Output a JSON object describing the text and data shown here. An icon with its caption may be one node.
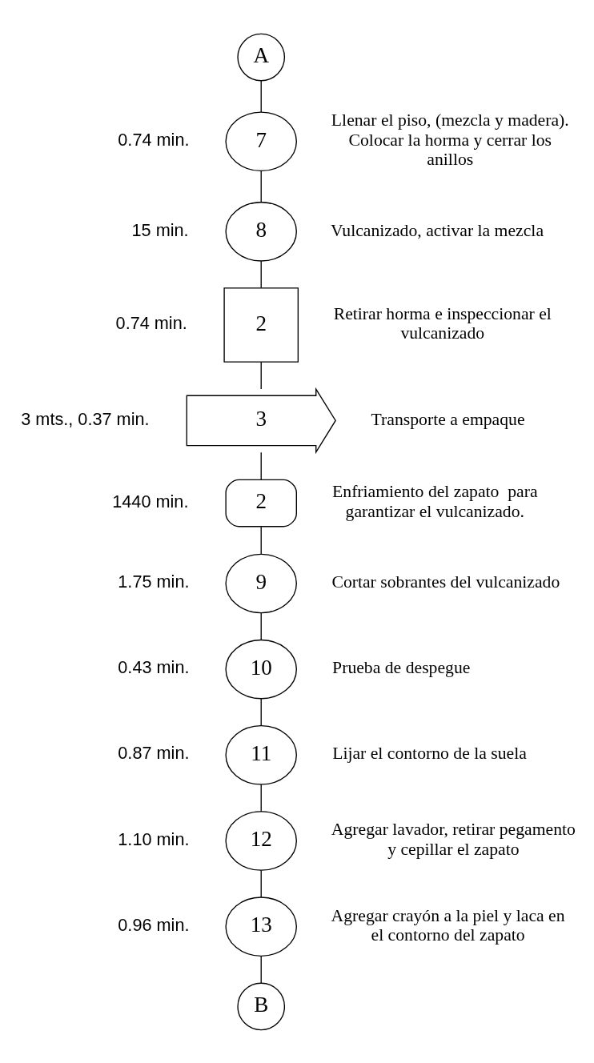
{
  "diagram": {
    "nodes": [
      {
        "text": [
          "A"
        ]
      },
      {
        "text": [
          "7"
        ],
        "beside": [
          "0.74 min.",
          "Llenar el piso, (mezcla y madera). Colocar la horma y cerrar los anillos"
        ]
      },
      {
        "text": [
          "8"
        ],
        "beside": [
          "15 min.",
          "Vulcanizado, activar la mezcla"
        ]
      },
      {
        "text": [
          "2"
        ],
        "beside": [
          "0.74 min.",
          "Retirar horma e inspeccionar el vulcanizado"
        ]
      },
      {
        "text": [
          "3"
        ],
        "beside": [
          "3 mts., 0.37 min.",
          "Transporte a empaque"
        ]
      },
      {
        "text": [
          "2"
        ],
        "beside": [
          "1440 min.",
          "Enfriamiento del zapato  para garantizar el vulcanizado."
        ]
      },
      {
        "text": [
          "9"
        ],
        "beside": [
          "1.75 min.",
          "Cortar sobrantes del vulcanizado"
        ]
      },
      {
        "text": [
          "10"
        ],
        "beside": [
          "0.43 min.",
          "Prueba de despegue"
        ]
      },
      {
        "text": [
          "11"
        ],
        "beside": [
          "0.87 min.",
          "Lijar el contorno de la suela"
        ]
      },
      {
        "text": [
          "12"
        ],
        "beside": [
          "1.10 min.",
          "Agregar lavador, retirar pegamento y cepillar el zapato"
        ]
      },
      {
        "text": [
          "13"
        ],
        "beside": [
          "0.96 min.",
          "Agregar crayón a la piel y laca en el contorno del zapato"
        ]
      },
      {
        "text": [
          "B"
        ]
      }
    ],
    "edges": [
      {
        "from": 0,
        "to": 1,
        "arrow": "none"
      },
      {
        "from": 1,
        "to": 2,
        "arrow": "none"
      },
      {
        "from": 2,
        "to": 3,
        "arrow": "none"
      },
      {
        "from": 3,
        "to": 4,
        "arrow": "none"
      },
      {
        "from": 4,
        "to": 5,
        "arrow": "none"
      },
      {
        "from": 5,
        "to": 6,
        "arrow": "none"
      },
      {
        "from": 6,
        "to": 7,
        "arrow": "none"
      },
      {
        "from": 7,
        "to": 8,
        "arrow": "none"
      },
      {
        "from": 8,
        "to": 9,
        "arrow": "none"
      },
      {
        "from": 9,
        "to": 10,
        "arrow": "none"
      },
      {
        "from": 10,
        "to": 11,
        "arrow": "none"
      }
    ]
  }
}
